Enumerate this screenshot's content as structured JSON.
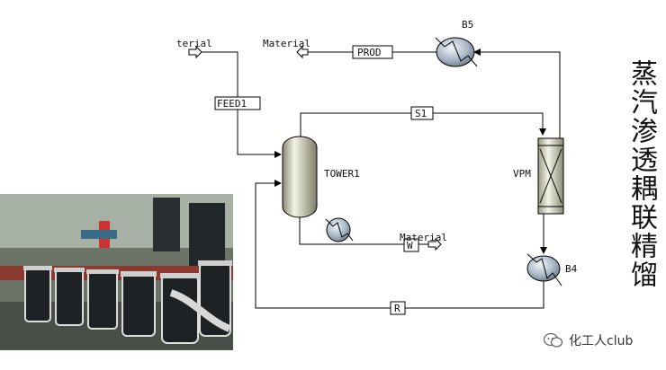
{
  "diagram": {
    "streams": {
      "feed_in": "terial",
      "feed1": "FEED1",
      "prod": "PROD",
      "product_out": "Material",
      "s1": "S1",
      "w": "W",
      "bottoms_out": "Material",
      "r": "R"
    },
    "blocks": {
      "tower": "TOWER1",
      "vpm": "VPM",
      "b5": "B5",
      "b4": "B4"
    }
  },
  "title_vertical": "蒸汽渗透耦联精馏",
  "watermark": {
    "text": "化工人club",
    "icon": "wechat-icon"
  },
  "photo": {
    "icon": "membrane-module-photo"
  },
  "colors": {
    "line": "#000000",
    "equipment_fill": "#c8c8b0",
    "exchanger_fill": "#b8c4d0"
  }
}
